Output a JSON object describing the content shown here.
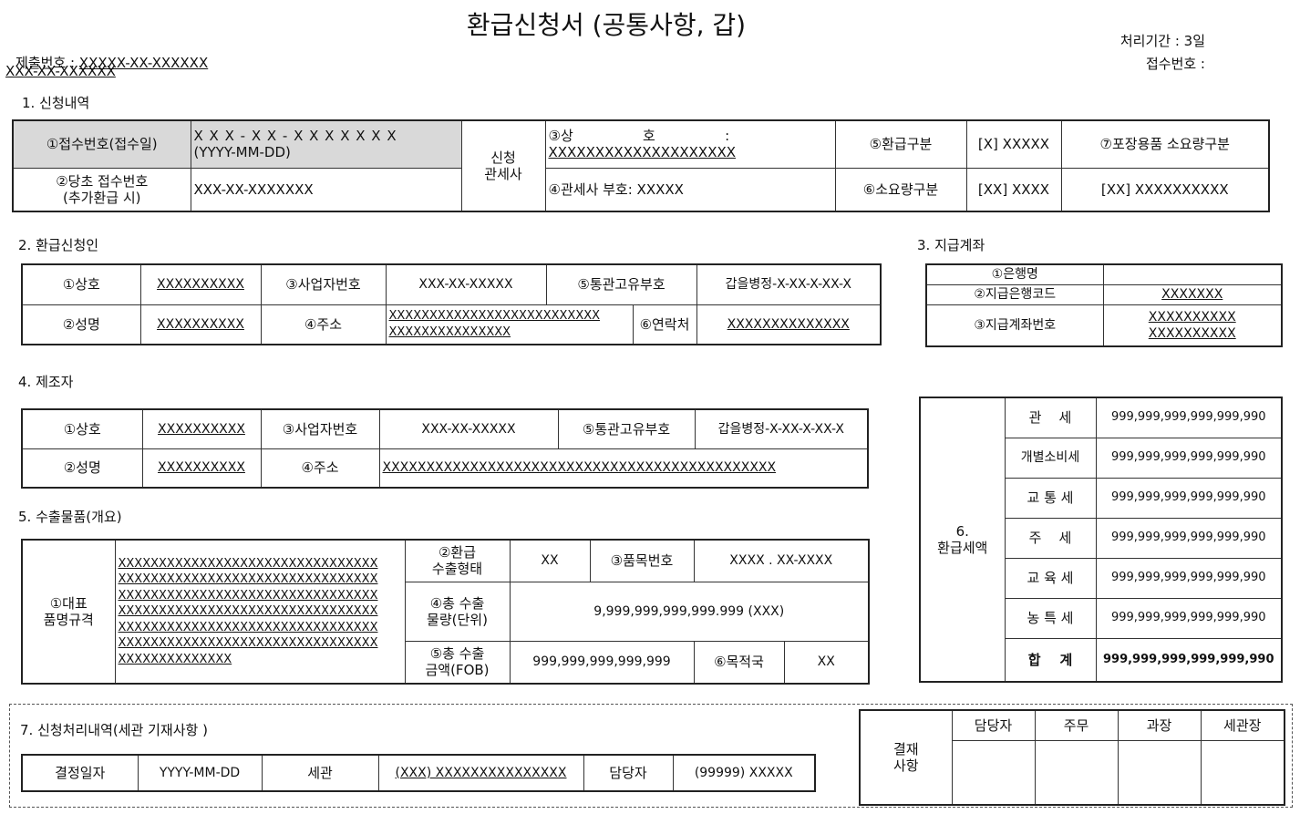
{
  "title": "환급신청서 (공통사항, 갑)",
  "header": {
    "submit_label": "제출번호 : ",
    "submit_value": "XXXXX-XX-XXXXXX",
    "submit_value2": "XXX-XX-XXXXXX",
    "period": "처리기간 : 3일",
    "receipt": "접수번호 :"
  },
  "s1": {
    "heading": "1. 신청내역",
    "r1_label": "①접수번호(접수일)",
    "r1_value": "X X X - X X - X X X X X X X",
    "r1_date": "(YYYY-MM-DD)",
    "r2_label": "②당초 접수번호\n(추가환급 시)",
    "r2_value": "XXX-XX-XXXXXXX",
    "broker": "신청\n관세사",
    "name_label": "③상                호                :",
    "name_value": "XXXXXXXXXXXXXXXXXXXX",
    "broker_no": "④관세사 부호: XXXXX",
    "type5": "⑤환급구분",
    "type5_val": "[X] XXXXX",
    "type7": "⑦포장용품 소요량구분",
    "type6": "⑥소요량구분",
    "type6_val": "[XX] XXXX",
    "type7_val": "[XX] XXXXXXXXXX"
  },
  "s2": {
    "heading": "2. 환급신청인",
    "l1": "①상호",
    "v1": "XXXXXXXXXX",
    "l3": "③사업자번호",
    "v3": "XXX-XX-XXXXX",
    "l5": "⑤통관고유부호",
    "v5": "갑을병정-X-XX-X-XX-X",
    "l2": "②성명",
    "v2": "XXXXXXXXXX",
    "l4": "④주소",
    "v4": "XXXXXXXXXXXXXXXXXXXXXXXXXX\nXXXXXXXXXXXXXXX",
    "l6": "⑥연락처",
    "v6": "XXXXXXXXXXXXXX"
  },
  "s3": {
    "heading": "3. 지급계좌",
    "l1": "①은행명",
    "v1": "",
    "l2": "②지급은행코드",
    "v2": "XXXXXXX",
    "l3": "③지급계좌번호",
    "v3": "XXXXXXXXXX\nXXXXXXXXXX"
  },
  "s4": {
    "heading": "4. 제조자",
    "l1": "①상호",
    "v1": "XXXXXXXXXX",
    "l3": "③사업자번호",
    "v3": "XXX-XX-XXXXX",
    "l5": "⑤통관고유부호",
    "v5": "갑을병정-X-XX-X-XX-X",
    "l2": "②성명",
    "v2": "XXXXXXXXXX",
    "l4": "④주소",
    "v4": "XXXXXXXXXXXXXXXXXXXXXXXXXXXXXXXXXXXXXXXXXXXXX"
  },
  "s5": {
    "heading": "5. 수출물품(개요)",
    "l1": "①대표\n품명규격",
    "v1": "XXXXXXXXXXXXXXXXXXXXXXXXXXXXXXXX\nXXXXXXXXXXXXXXXXXXXXXXXXXXXXXXXX\nXXXXXXXXXXXXXXXXXXXXXXXXXXXXXXXX\nXXXXXXXXXXXXXXXXXXXXXXXXXXXXXXXX\nXXXXXXXXXXXXXXXXXXXXXXXXXXXXXXXX\nXXXXXXXXXXXXXXXXXXXXXXXXXXXXXXXX\nXXXXXXXXXXXXXX",
    "l2": "②환급\n수출형태",
    "v2": "XX",
    "l3": "③품목번호",
    "v3": "XXXX . XX-XXXX",
    "l4": "④총 수출\n물량(단위)",
    "v4": "9,999,999,999,999.999 (XXX)",
    "l5": "⑤총 수출\n금액(FOB)",
    "v5": "999,999,999,999,999",
    "l6": "⑥목적국",
    "v6": "XX"
  },
  "s6": {
    "heading": "6.\n환급세액",
    "rows": [
      {
        "label": "관    세",
        "value": "999,999,999,999,999,990"
      },
      {
        "label": "개별소비세",
        "value": "999,999,999,999,999,990"
      },
      {
        "label": "교 통 세",
        "value": "999,999,999,999,999,990"
      },
      {
        "label": "주    세",
        "value": "999,999,999,999,999,990"
      },
      {
        "label": "교 육 세",
        "value": "999,999,999,999,999,990"
      },
      {
        "label": "농 특 세",
        "value": "999,999,999,999,999,990"
      },
      {
        "label": "합    계",
        "value": "999,999,999,999,999,990"
      }
    ]
  },
  "s7": {
    "heading": "7. 신청처리내역(세관 기재사항 )",
    "l1": "결정일자",
    "v1": "YYYY-MM-DD",
    "l2": "세관",
    "v2": "(XXX) XXXXXXXXXXXXXXX",
    "l3": "담당자",
    "v3": "(99999) XXXXX"
  },
  "approval": {
    "label": "결재\n사항",
    "cols": [
      "담당자",
      "주무",
      "과장",
      "세관장"
    ]
  }
}
